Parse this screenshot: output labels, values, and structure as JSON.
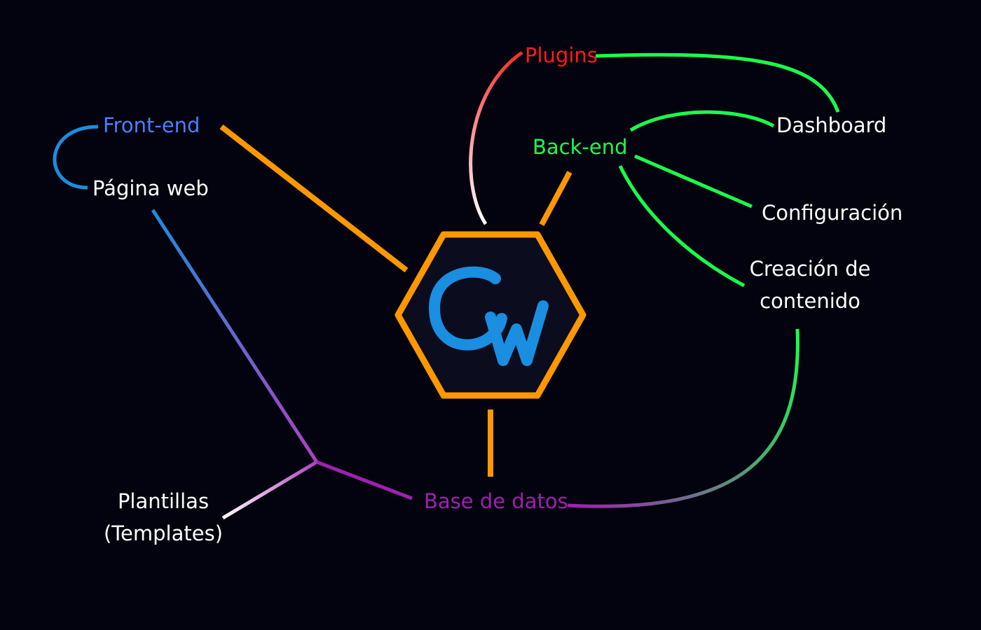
{
  "logo": {
    "text": "GW",
    "hex_stroke": "#ff9800",
    "hex_fill": "#0b0c1e",
    "glyph_color": "#1a8ee0"
  },
  "nodes": {
    "plugins": {
      "label": "Plugins",
      "color": "#ff1a1a"
    },
    "front_end": {
      "label": "Front-end",
      "color": "#4a7fff"
    },
    "pagina_web": {
      "label": "Página web",
      "color": "#ffffff"
    },
    "back_end": {
      "label": "Back-end",
      "color": "#1aff4a"
    },
    "dashboard": {
      "label": "Dashboard",
      "color": "#ffffff"
    },
    "configuracion": {
      "label": "Configuración",
      "color": "#ffffff"
    },
    "creacion": {
      "line1": "Creación de",
      "line2": "contenido",
      "color": "#ffffff"
    },
    "base_datos": {
      "label": "Base de datos",
      "color": "#a020b0"
    },
    "plantillas": {
      "line1": "Plantillas",
      "line2": "(Templates)",
      "color": "#ffffff"
    }
  },
  "colors": {
    "orange": "#ff9800",
    "green": "#1aff4a",
    "blue": "#1a8ee0",
    "purple": "#a020b0",
    "red": "#ff3030"
  }
}
